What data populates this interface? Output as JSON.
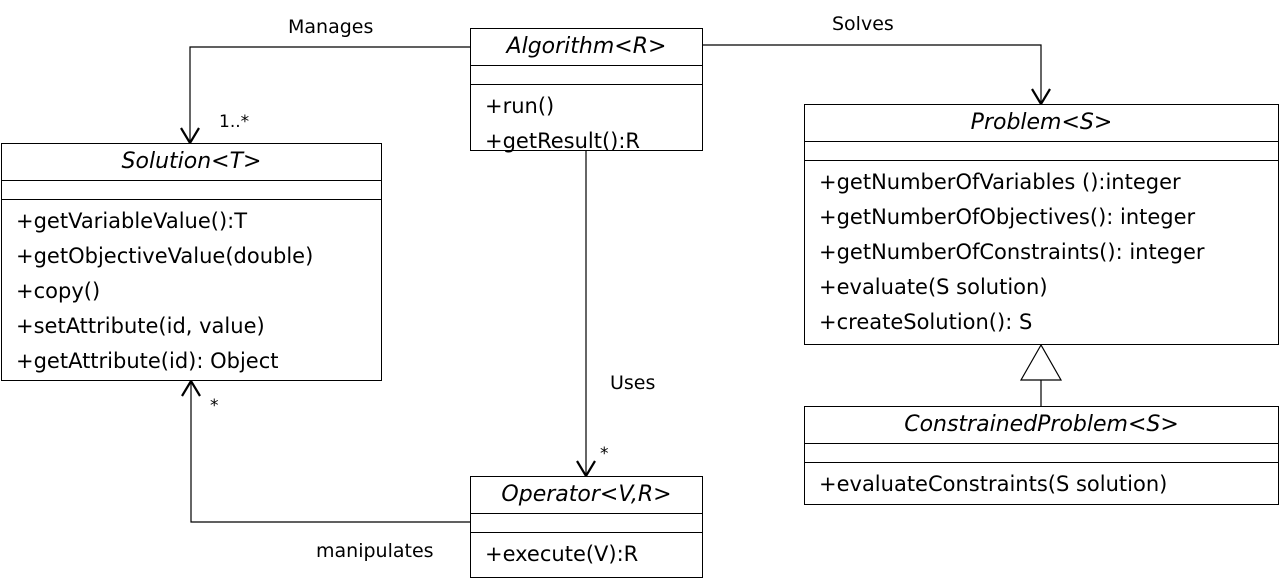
{
  "classes": {
    "algorithm": {
      "name": "Algorithm<R>",
      "operations": [
        "+run()",
        "+getResult():R"
      ]
    },
    "solution": {
      "name": "Solution<T>",
      "operations": [
        "+getVariableValue():T",
        "+getObjectiveValue(double)",
        "+copy()",
        "+setAttribute(id, value)",
        "+getAttribute(id): Object"
      ]
    },
    "problem": {
      "name": "Problem<S>",
      "operations": [
        "+getNumberOfVariables ():integer",
        "+getNumberOfObjectives(): integer",
        "+getNumberOfConstraints(): integer",
        "+evaluate(S solution)",
        "+createSolution(): S"
      ]
    },
    "constrained_problem": {
      "name": "ConstrainedProblem<S>",
      "operations": [
        "+evaluateConstraints(S solution)"
      ]
    },
    "operator": {
      "name": "Operator<V,R>",
      "operations": [
        "+execute(V):R"
      ]
    }
  },
  "associations": {
    "manages": "Manages",
    "solves": "Solves",
    "uses": "Uses",
    "manipulates": "manipulates"
  },
  "multiplicities": {
    "manages_target": "1..*",
    "manipulates_target": "*",
    "uses_target": "*"
  }
}
